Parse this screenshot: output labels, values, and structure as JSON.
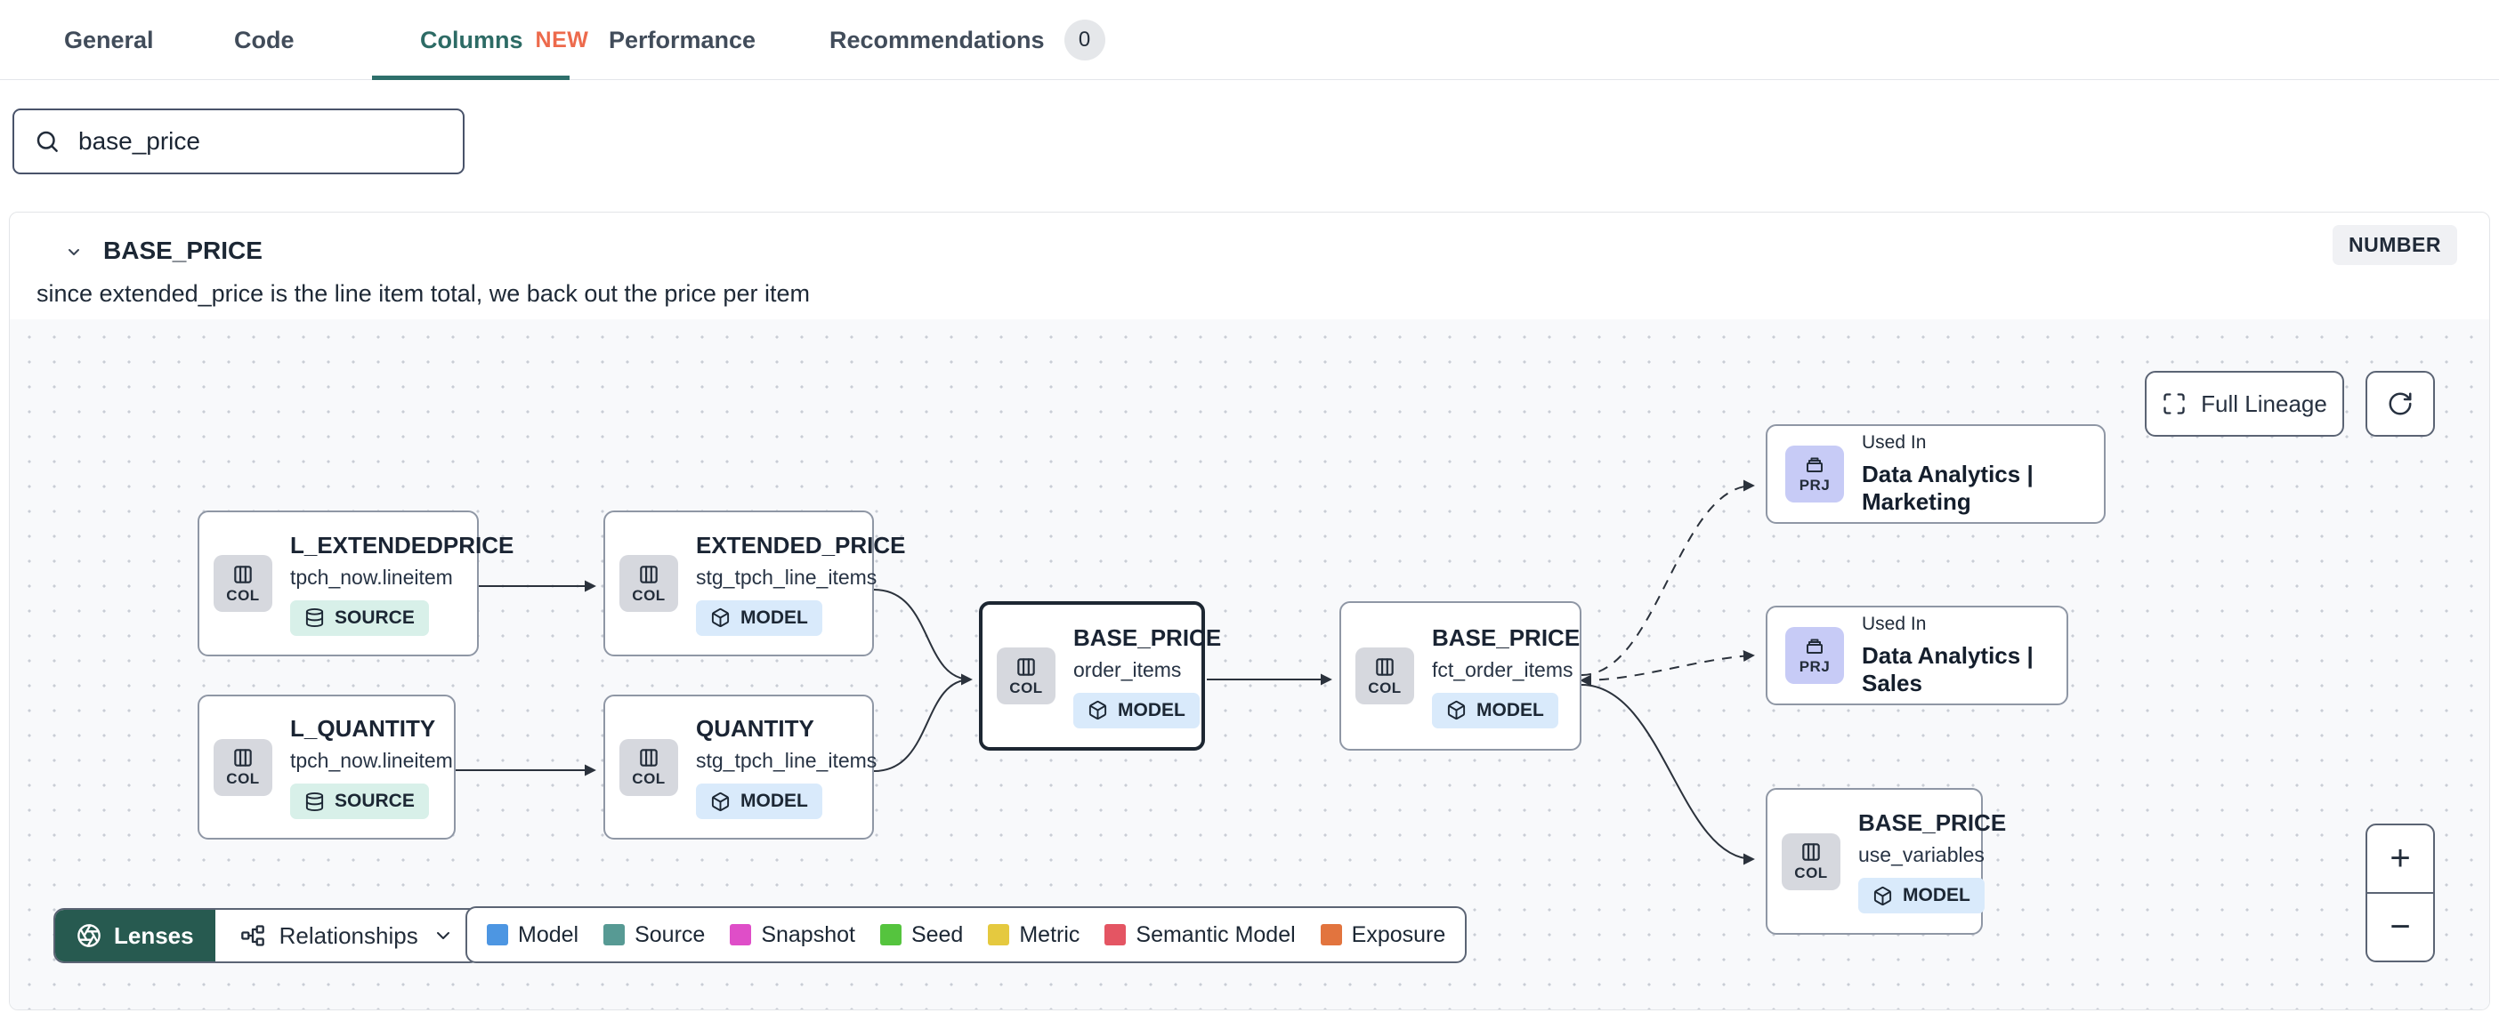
{
  "tabs": {
    "items": [
      {
        "label": "General"
      },
      {
        "label": "Code"
      },
      {
        "label": "Columns",
        "badge": "NEW",
        "active": true
      },
      {
        "label": "Performance"
      },
      {
        "label": "Recommendations",
        "count": "0"
      }
    ]
  },
  "search": {
    "value": "base_price"
  },
  "column_panel": {
    "name": "BASE_PRICE",
    "data_type": "NUMBER",
    "description": "since extended_price is the line item total, we back out the price per item"
  },
  "lineage": {
    "controls": {
      "full_lineage": "Full Lineage",
      "zoom_in": "+",
      "zoom_out": "−"
    },
    "toolbar": {
      "lenses": "Lenses",
      "relationships": "Relationships"
    },
    "legend": [
      {
        "label": "Model",
        "color": "#4d96e2"
      },
      {
        "label": "Source",
        "color": "#579a94"
      },
      {
        "label": "Snapshot",
        "color": "#df4ec8"
      },
      {
        "label": "Seed",
        "color": "#55c43e"
      },
      {
        "label": "Metric",
        "color": "#e5c93f"
      },
      {
        "label": "Semantic Model",
        "color": "#e45563"
      },
      {
        "label": "Exposure",
        "color": "#e2743e"
      }
    ],
    "nodes": [
      {
        "badge": "COL",
        "title": "L_EXTENDEDPRICE",
        "subtitle": "tpch_now.lineitem",
        "type": "SOURCE"
      },
      {
        "badge": "COL",
        "title": "EXTENDED_PRICE",
        "subtitle": "stg_tpch_line_items",
        "type": "MODEL"
      },
      {
        "badge": "COL",
        "title": "L_QUANTITY",
        "subtitle": "tpch_now.lineitem",
        "type": "SOURCE"
      },
      {
        "badge": "COL",
        "title": "QUANTITY",
        "subtitle": "stg_tpch_line_items",
        "type": "MODEL"
      },
      {
        "badge": "COL",
        "title": "BASE_PRICE",
        "subtitle": "order_items",
        "type": "MODEL"
      },
      {
        "badge": "COL",
        "title": "BASE_PRICE",
        "subtitle": "fct_order_items",
        "type": "MODEL"
      },
      {
        "badge": "PRJ",
        "kicker": "Used In",
        "title": "Data Analytics | Marketing"
      },
      {
        "badge": "PRJ",
        "kicker": "Used In",
        "title": "Data Analytics | Sales"
      },
      {
        "badge": "COL",
        "title": "BASE_PRICE",
        "subtitle": "use_variables",
        "type": "MODEL"
      }
    ],
    "colors": {
      "active_tab": "#2e6f6b",
      "new_badge": "#ed6a4c",
      "lenses_button": "#275a50",
      "model_badge_bg": "#d9eafb",
      "source_badge_bg": "#d8f0e9",
      "col_chip_bg": "#d6d8de",
      "prj_chip_bg": "#c7cbf6"
    }
  }
}
